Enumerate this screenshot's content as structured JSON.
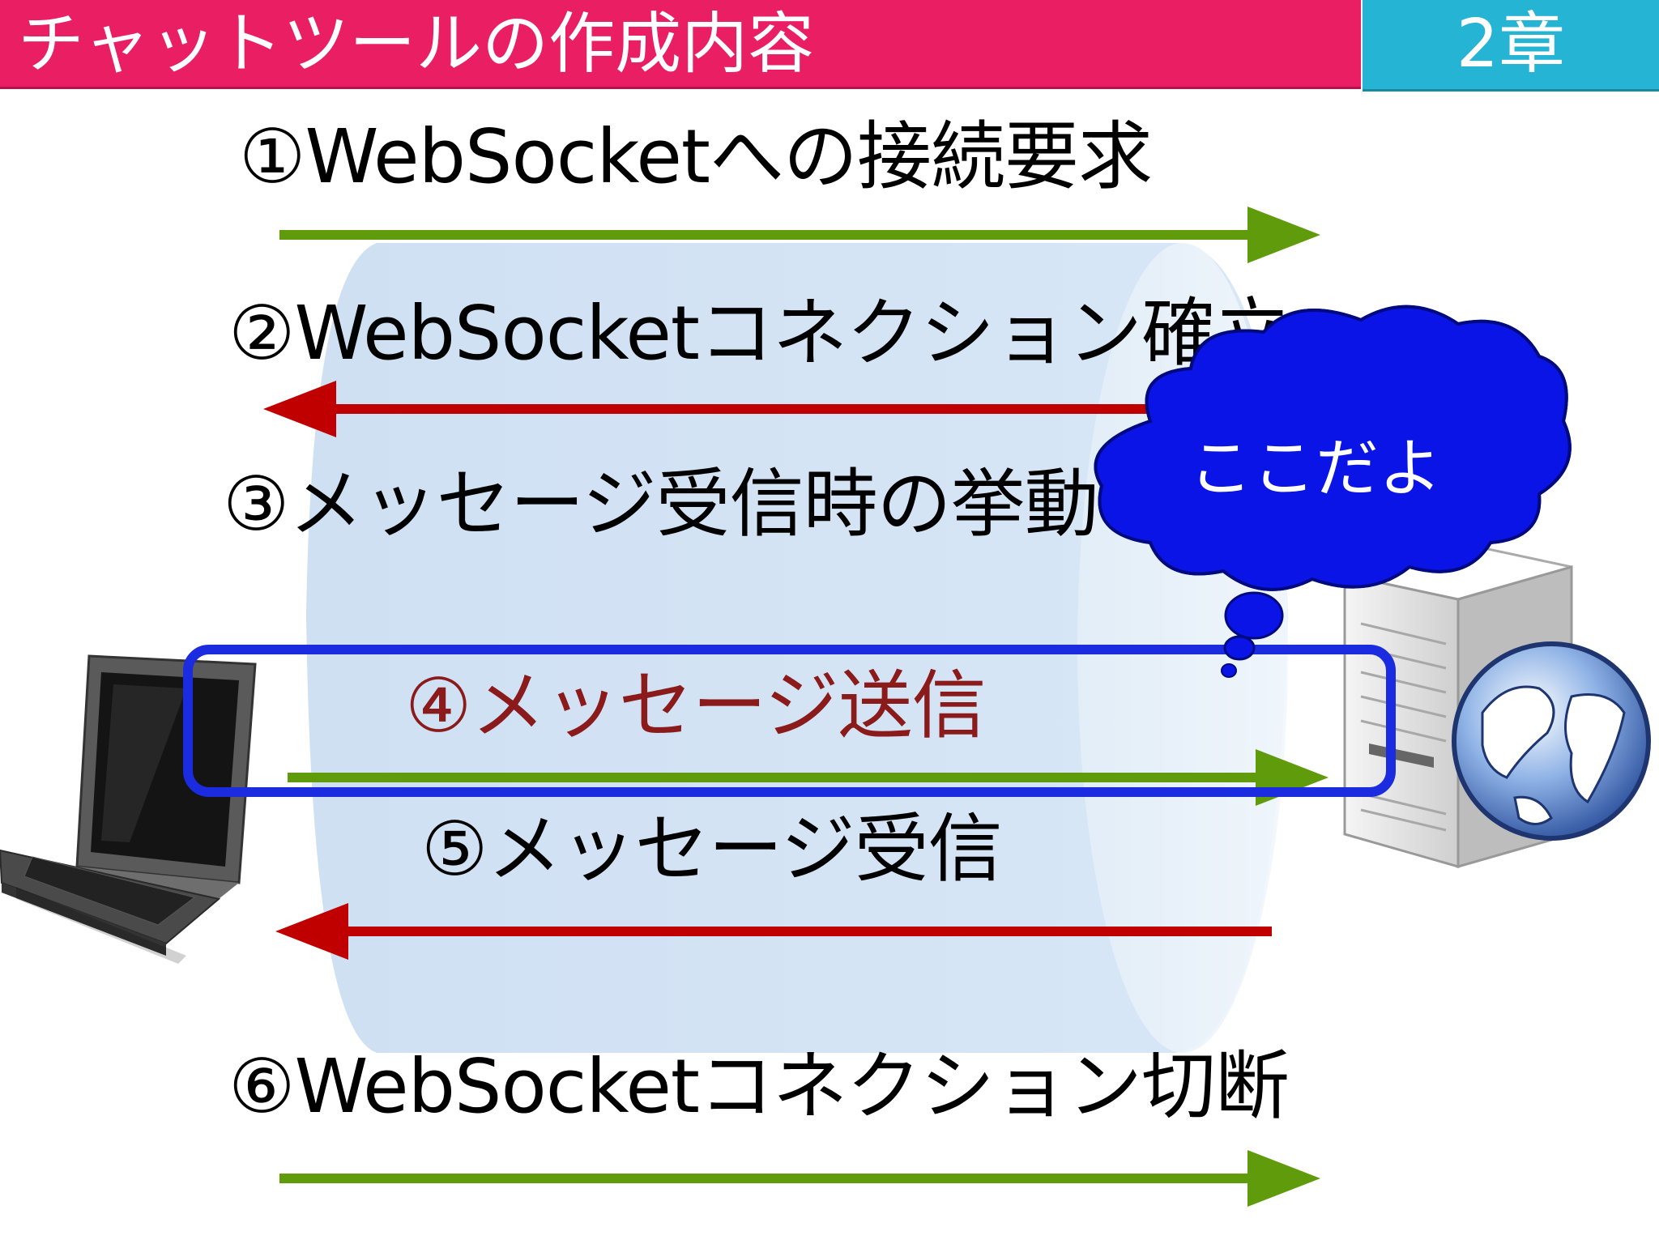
{
  "header": {
    "title": "チャットツールの作成内容",
    "chapter": "2章"
  },
  "steps": [
    {
      "label": "①WebSocketへの接続要求",
      "direction": "to-server",
      "color": "#5f9b0a"
    },
    {
      "label": "②WebSocketコネクション確立",
      "direction": "to-client",
      "color": "#c00000"
    },
    {
      "label": "③メッセージ受信時の挙動"
    },
    {
      "label": "④メッセージ送信",
      "direction": "to-server",
      "color": "#5f9b0a",
      "highlighted": true
    },
    {
      "label": "⑤メッセージ受信",
      "direction": "to-client",
      "color": "#c00000"
    },
    {
      "label": "⑥WebSocketコネクション切断",
      "direction": "to-server",
      "color": "#5f9b0a"
    }
  ],
  "callout": {
    "text": "ここだよ",
    "fill": "#0a14e6"
  },
  "highlight_box_color": "#1a2be0",
  "icons": {
    "client": "laptop-icon",
    "server": "server-icon",
    "network": "globe-icon"
  }
}
